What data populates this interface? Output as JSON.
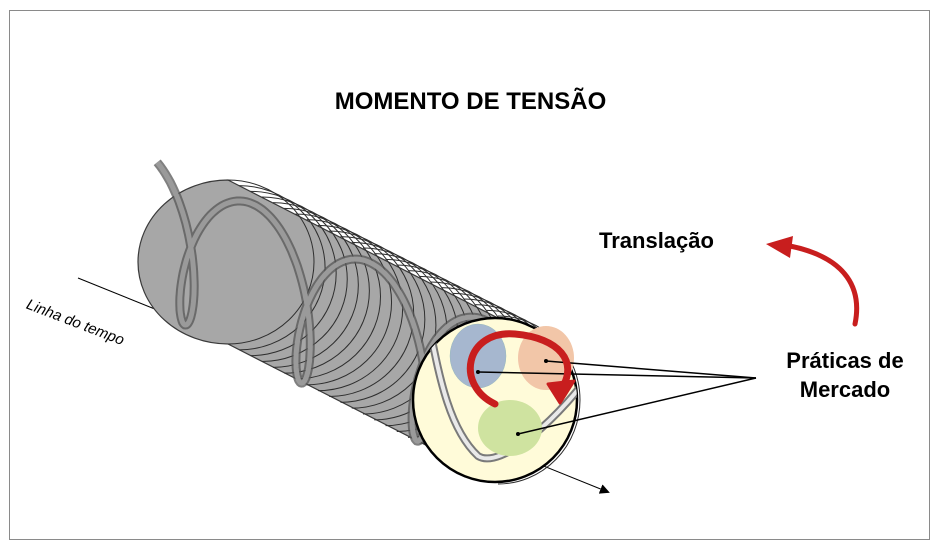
{
  "diagram": {
    "title": "MOMENTO DE TENSÃO",
    "translation_label": "Translação",
    "market_practices_label": [
      "Práticas de",
      "Mercado"
    ],
    "timeline_label": "Linha do tempo",
    "colors": {
      "cylinder_fill": "#a7a7a7",
      "cylinder_stroke": "#3a3a3a",
      "end_cap_fill": "#fffbd9",
      "helix": "#8c8c8c",
      "arrow_red": "#c81e1e",
      "circle_blue": "#a6b7cf",
      "circle_orange": "#f2c6a8",
      "circle_green": "#cfe3a0"
    }
  }
}
